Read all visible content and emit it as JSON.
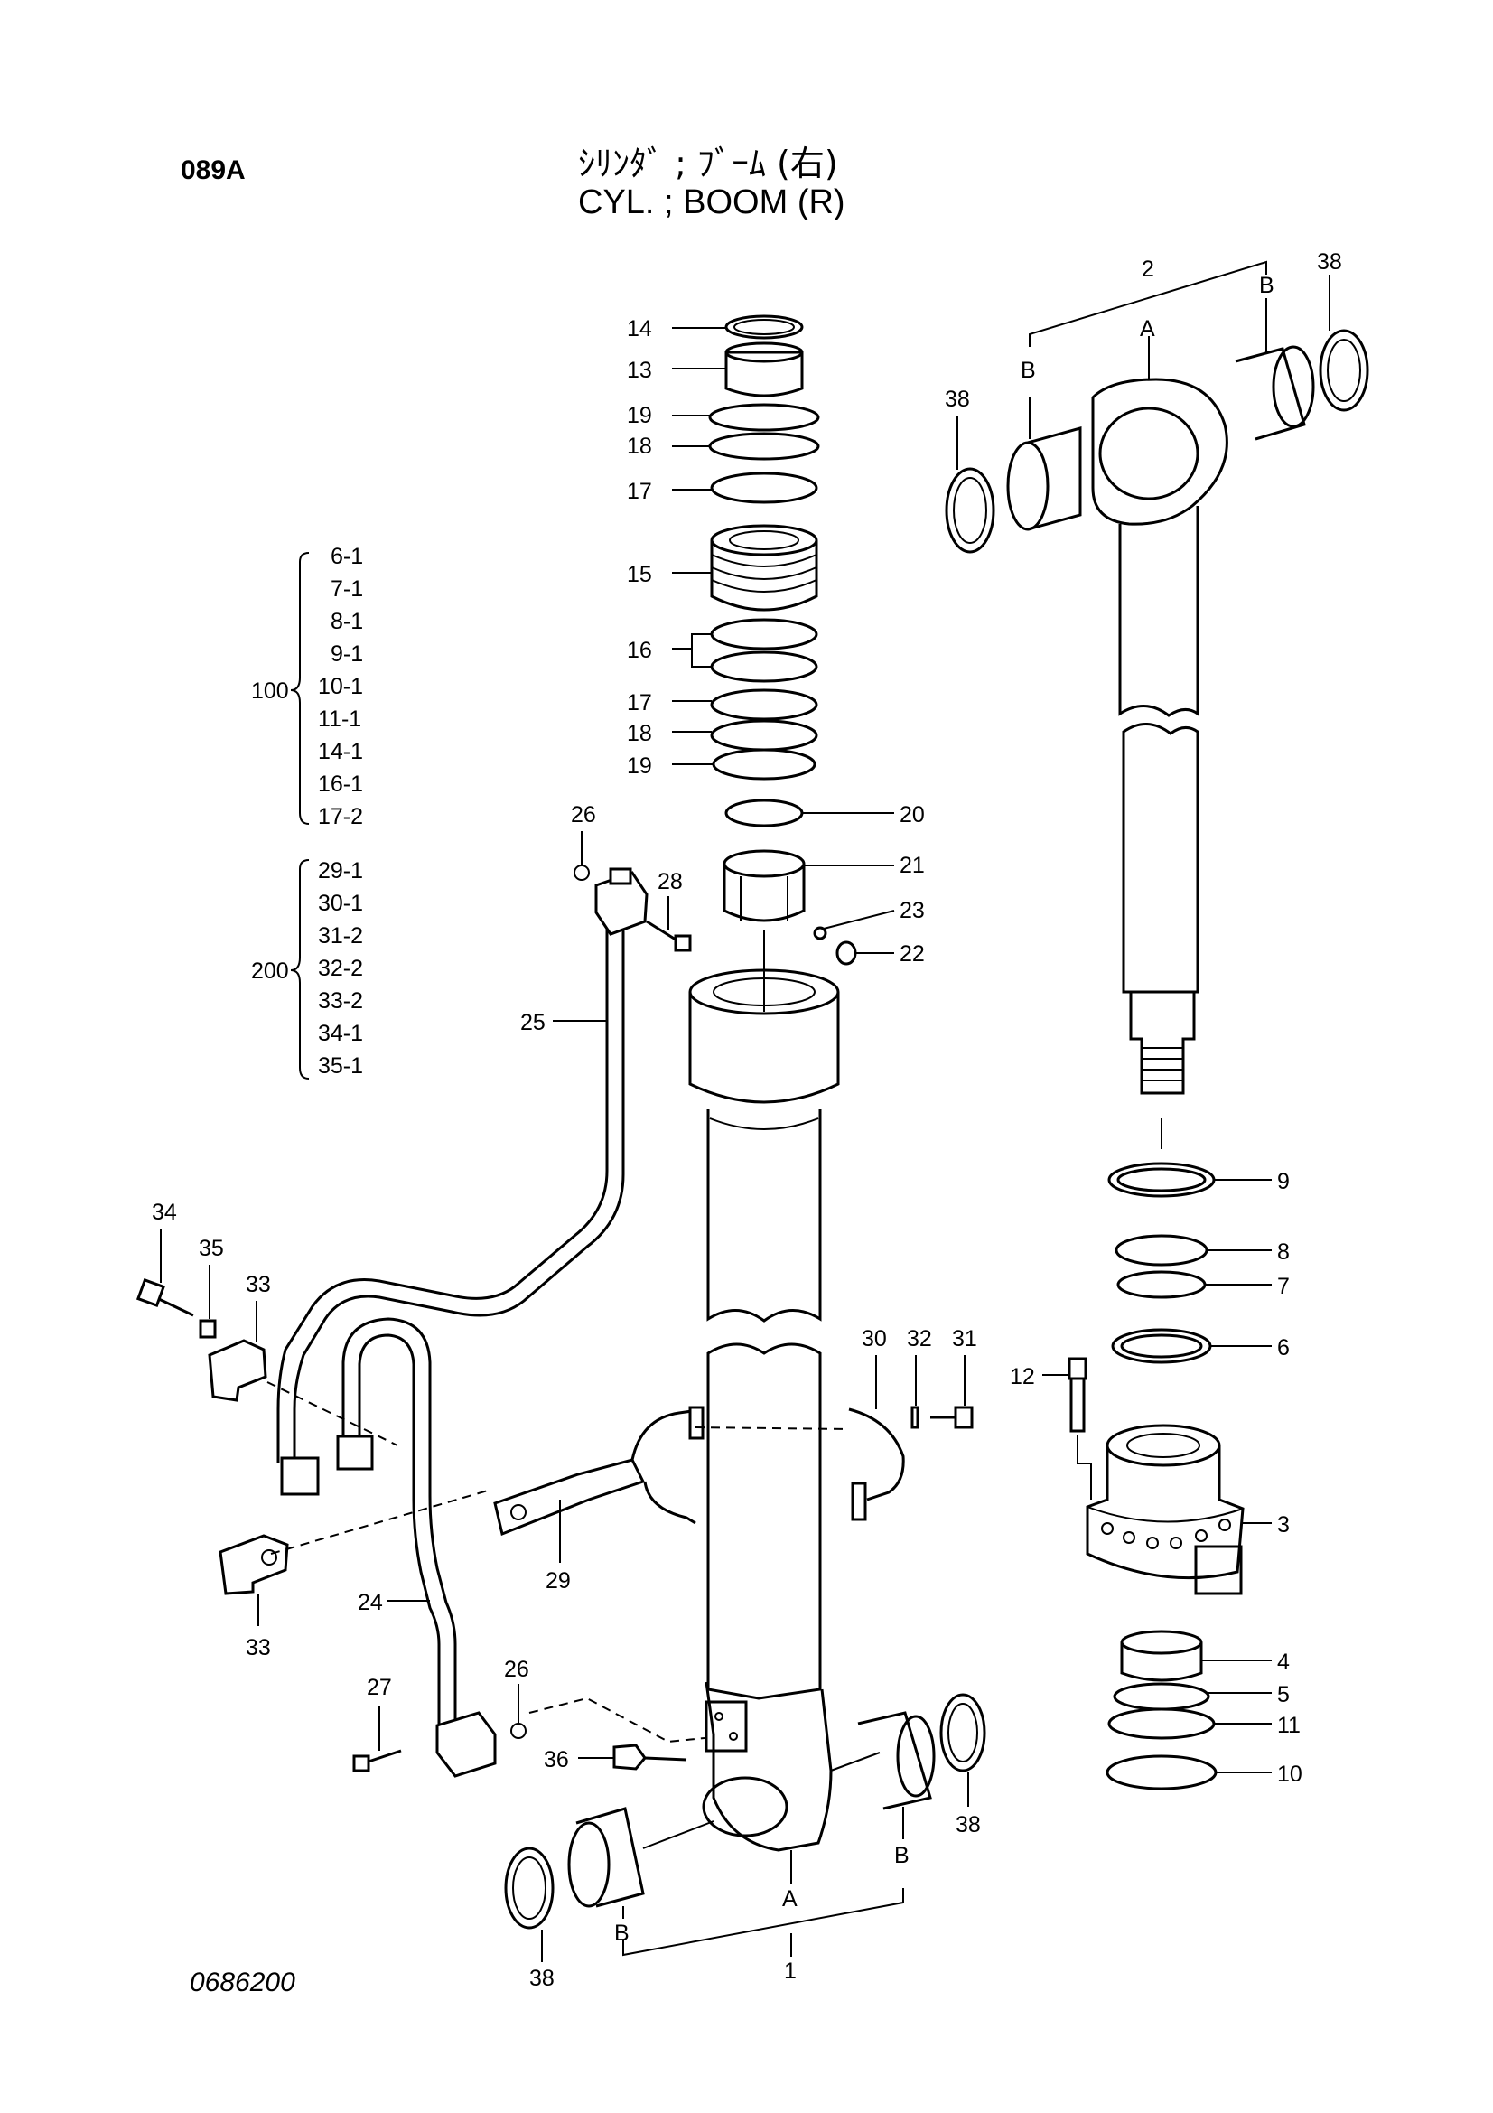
{
  "page_code": "089A",
  "title_jp": "ｼﾘﾝﾀﾞ ; ﾌﾞｰﾑ (右)",
  "title_en": "CYL. ; BOOM (R)",
  "drawing_number": "0686200",
  "kit_100": {
    "label": "100",
    "items": [
      "6-1",
      "7-1",
      "8-1",
      "9-1",
      "10-1",
      "11-1",
      "14-1",
      "16-1",
      "17-2"
    ]
  },
  "kit_200": {
    "label": "200",
    "items": [
      "29-1",
      "30-1",
      "31-2",
      "32-2",
      "33-2",
      "34-1",
      "35-1"
    ]
  },
  "callouts": {
    "n1": "1",
    "n2": "2",
    "n3": "3",
    "n4": "4",
    "n5": "5",
    "n6": "6",
    "n7": "7",
    "n8": "8",
    "n9": "9",
    "n10": "10",
    "n11": "11",
    "n12": "12",
    "n13": "13",
    "n14": "14",
    "n15": "15",
    "n16": "16",
    "n17": "17",
    "n18": "18",
    "n19": "19",
    "n20": "20",
    "n21": "21",
    "n22": "22",
    "n23": "23",
    "n24": "24",
    "n25": "25",
    "n26": "26",
    "n27": "27",
    "n28": "28",
    "n29": "29",
    "n30": "30",
    "n31": "31",
    "n32": "32",
    "n33": "33",
    "n34": "34",
    "n35": "35",
    "n36": "36",
    "n38": "38",
    "A": "A",
    "B": "B"
  }
}
